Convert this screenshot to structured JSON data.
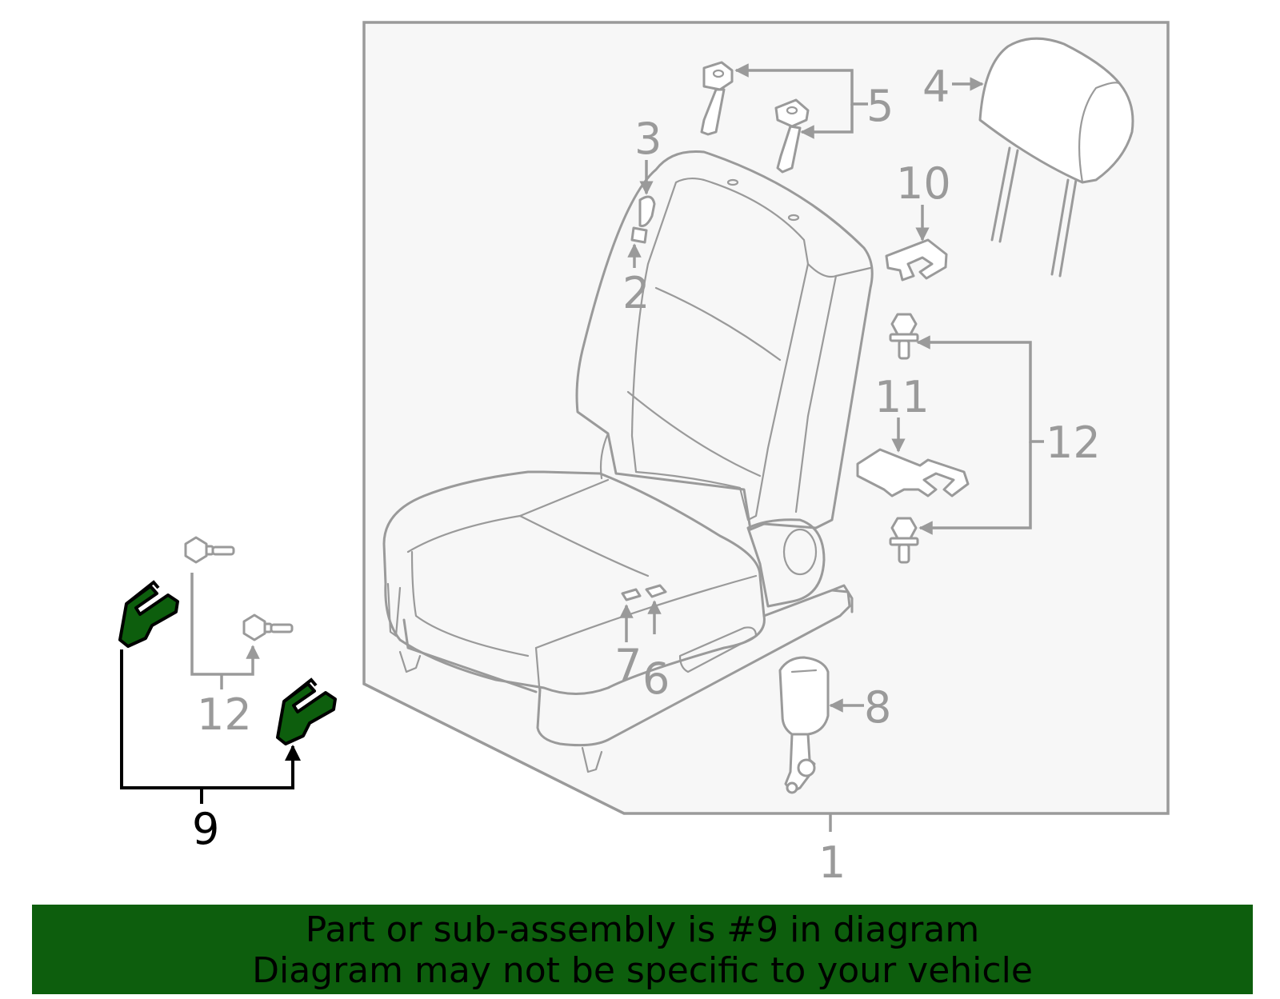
{
  "diagram": {
    "labels": {
      "p1": "1",
      "p2": "2",
      "p3": "3",
      "p4": "4",
      "p5": "5",
      "p6": "6",
      "p7": "7",
      "p8": "8",
      "p9": "9",
      "p10": "10",
      "p11": "11",
      "p12a": "12",
      "p12b": "12"
    },
    "highlighted_part": "9",
    "colors": {
      "highlight_fill": "#0d5e0d",
      "line": "#9a9a9a",
      "highlight_line": "#000000",
      "panel_fill": "#f7f7f7"
    }
  },
  "banner": {
    "line1": "Part or sub-assembly is #9 in diagram",
    "line2": "Diagram may not be specific to your vehicle",
    "background": "#0d5e0d"
  }
}
